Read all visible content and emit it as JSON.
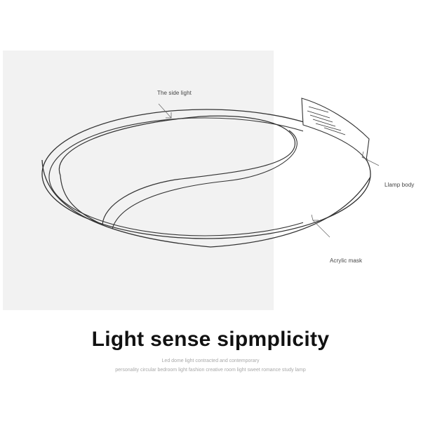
{
  "callouts": {
    "side_light": "The side light",
    "lamp_body": "Llamp body",
    "acrylic_mask": "Acrylic mask"
  },
  "headline": "Light sense sipmplicity",
  "subtitle_lines": [
    "Led dome light contracted and contemporary",
    "personality circular bedroom light fashion creative room light sweet romance study lamp"
  ],
  "colors": {
    "panel": "#f2f2f2",
    "line": "#333333",
    "headline": "#111111",
    "subtitle": "#a8a8a8"
  }
}
